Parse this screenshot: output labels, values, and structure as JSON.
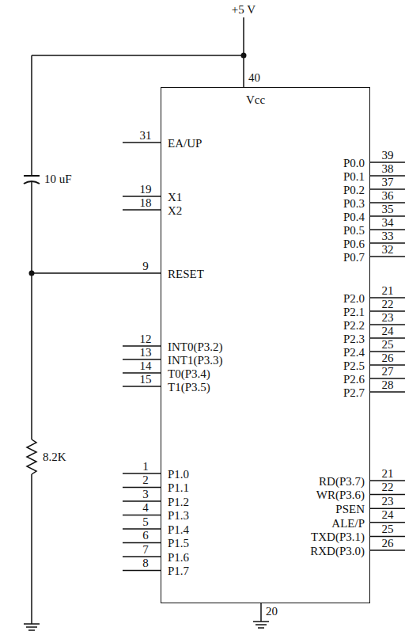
{
  "diagram": {
    "nodes": [
      {
        "text": [
          "Vcc",
          "EA/UP",
          "X1",
          "X2",
          "RESET",
          "INT0(P3.2)",
          "INT1(P3.3)",
          "T0(P3.4)",
          "T1(P3.5)",
          "P1.0",
          "P1.1",
          "P1.2",
          "P1.3",
          "P1.4",
          "P1.5",
          "P1.6",
          "P1.7",
          "P0.0",
          "P0.1",
          "P0.2",
          "P0.3",
          "P0.4",
          "P0.5",
          "P0.6",
          "P0.7",
          "P2.0",
          "P2.1",
          "P2.2",
          "P2.3",
          "P2.4",
          "P2.5",
          "P2.6",
          "P2.7",
          "RD(P3.7)",
          "WR(P3.6)",
          "PSEN",
          "ALE/P",
          "TXD(P3.1)",
          "RXD(P3.0)"
        ]
      }
    ],
    "labels": [
      "+5 V",
      "40",
      "10 uF",
      "8.2K",
      "31",
      "19",
      "18",
      "9",
      "12",
      "13",
      "14",
      "15",
      "1",
      "2",
      "3",
      "4",
      "5",
      "6",
      "7",
      "8",
      "39",
      "38",
      "37",
      "36",
      "35",
      "34",
      "33",
      "32",
      "21",
      "22",
      "23",
      "24",
      "25",
      "26",
      "27",
      "28",
      "21",
      "22",
      "23",
      "24",
      "25",
      "26",
      "20"
    ]
  }
}
